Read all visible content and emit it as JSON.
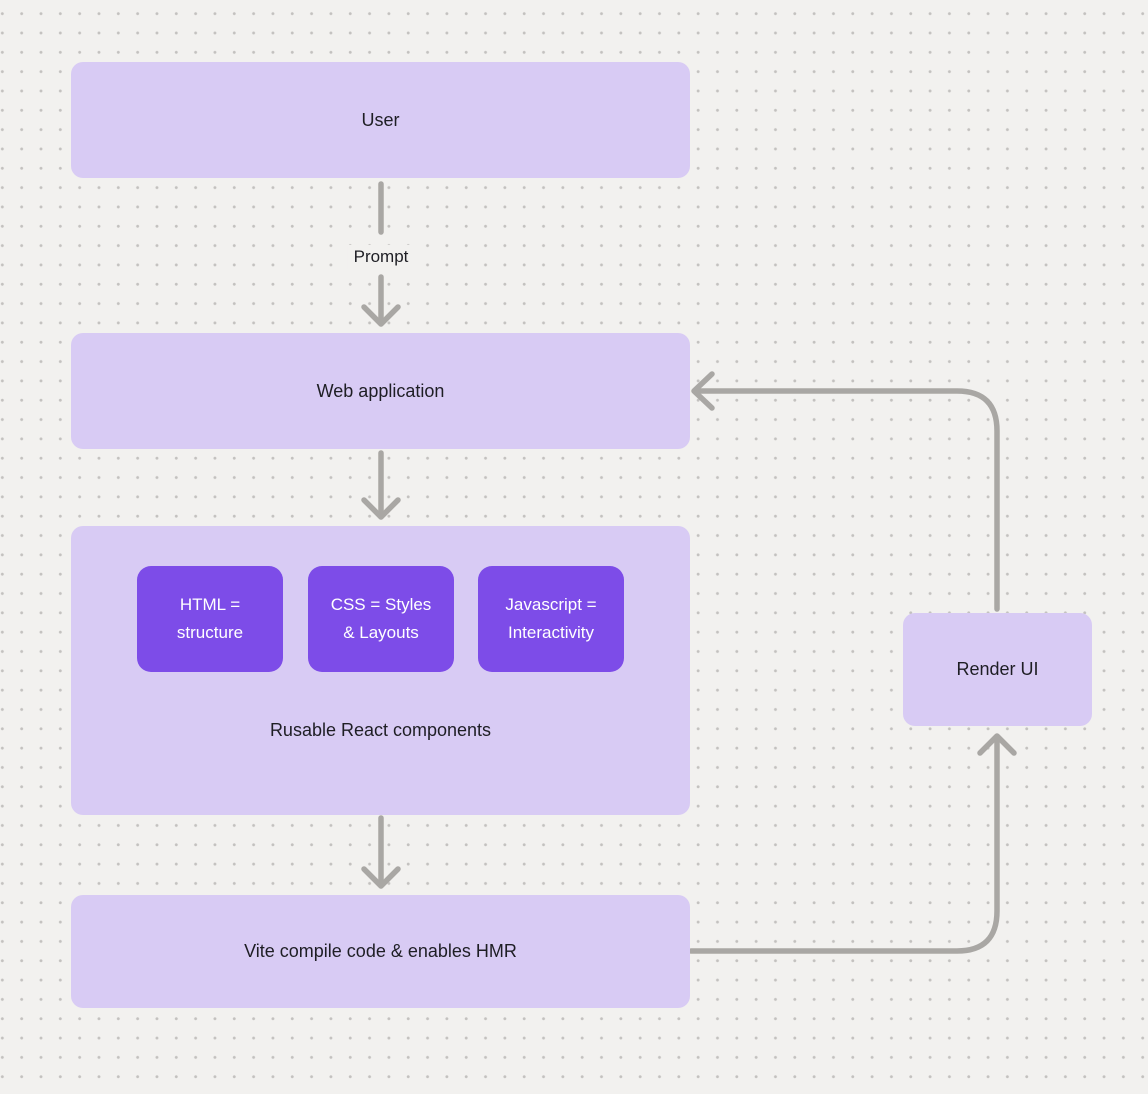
{
  "theme": {
    "canvas_bg": "#f2f1ef",
    "dot_color": "#c3c1bf",
    "node_fill": "#d8cbf4",
    "chip_fill": "#7d4ce8",
    "connector_color": "#a9a7a4",
    "text_dark": "#1e1e24",
    "text_light": "#ffffff"
  },
  "diagram": {
    "nodes": {
      "user": {
        "label": "User"
      },
      "web_application": {
        "label": "Web application"
      },
      "components": {
        "label": "Rusable React components",
        "chips": [
          {
            "lines": [
              "HTML =",
              "structure"
            ]
          },
          {
            "lines": [
              "CSS = Styles",
              "& Layouts"
            ]
          },
          {
            "lines": [
              "Javascript =",
              "Interactivity"
            ]
          }
        ]
      },
      "vite": {
        "label": "Vite compile code & enables HMR"
      },
      "render_ui": {
        "label": "Render UI"
      }
    },
    "edges": {
      "user_to_web": {
        "label": "Prompt"
      }
    }
  }
}
